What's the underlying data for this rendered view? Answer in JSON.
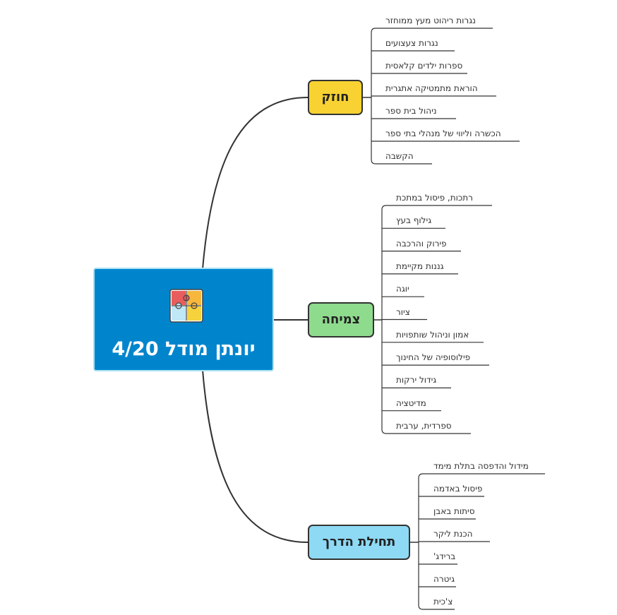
{
  "root": {
    "title": "יונתן מודל 4/20",
    "icon": "puzzle-icon"
  },
  "branches": [
    {
      "label": "חוזק",
      "color": "#f8d232",
      "leaves": [
        "נגרות ריהוט מעץ ממוחזר",
        "נגרות צעצועים",
        "ספרות ילדים קלאסית",
        "הוראת מתמטיקה אתגרית",
        "ניהול בית ספר",
        "הכשרה וליווי של מנהלי בתי ספר",
        "הקשבה"
      ]
    },
    {
      "label": "צמיחה",
      "color": "#8fdb8e",
      "leaves": [
        "רתכות, פיסול במתכת",
        "גילוף בעץ",
        "פירוק והרכבה",
        "גננות מקיימת",
        "יוגה",
        "ציור",
        "אמון וניהול שותפויות",
        "פילוסופיה של החינוך",
        "גידול ירקות",
        "מדיטציה",
        "ספרדית, ערבית"
      ]
    },
    {
      "label": "תחילת הדרך",
      "color": "#8ed9f4",
      "leaves": [
        "מידול והדפסה בתלת מימד",
        "פיסול באדמה",
        "סיתות באבן",
        "הכנת ליקר",
        "ברידג'",
        "גיטרה",
        "צ'כית"
      ]
    }
  ]
}
